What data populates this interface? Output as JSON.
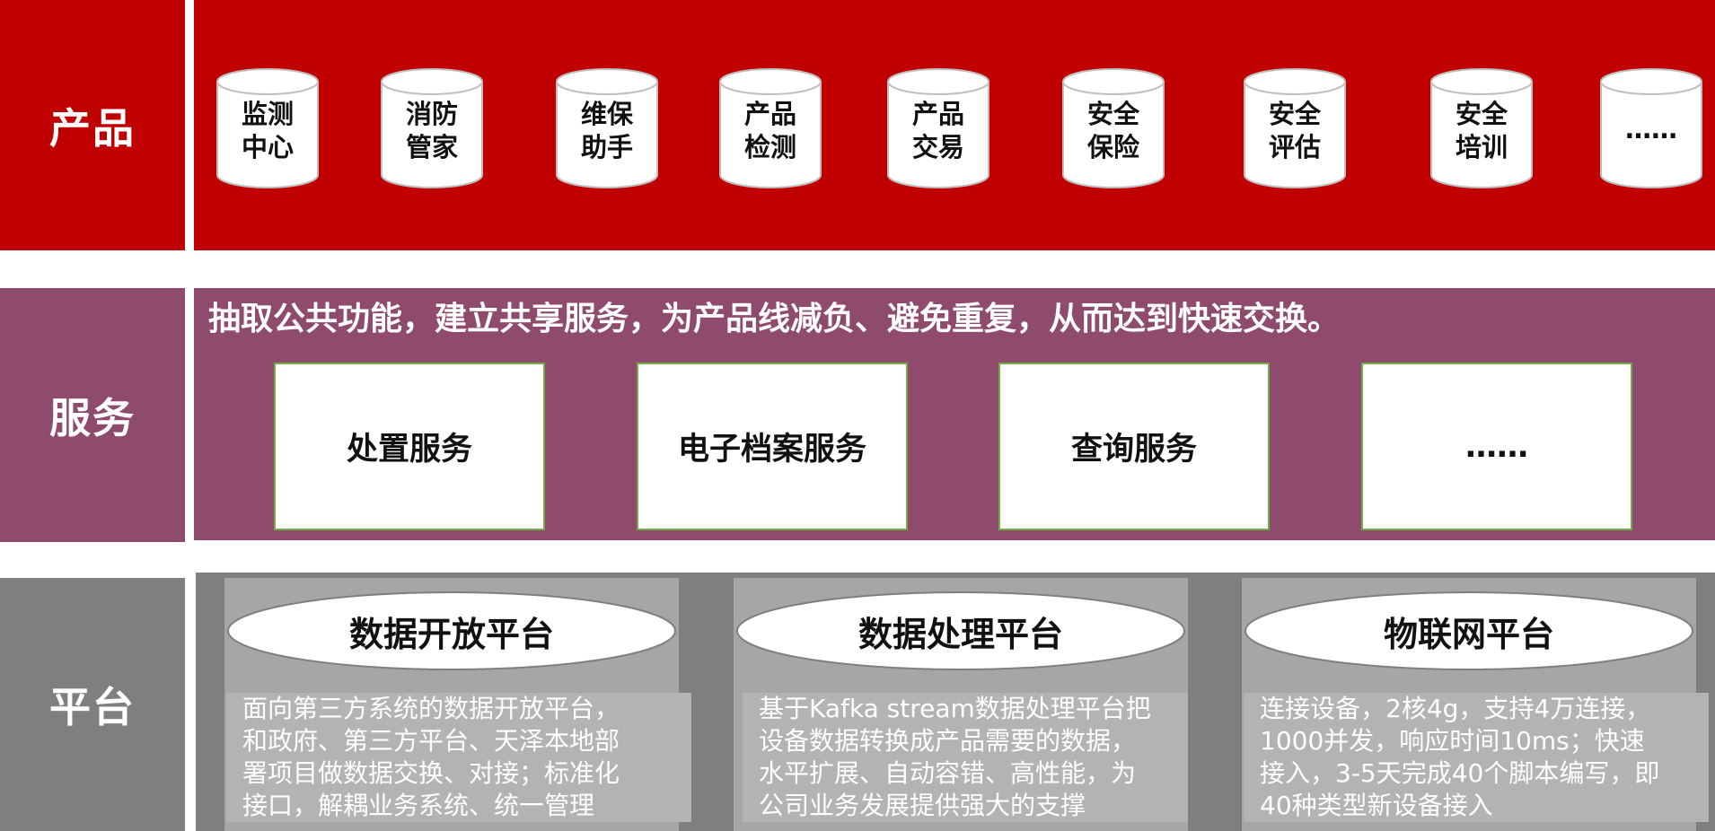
{
  "colors": {
    "product_red": "#c00000",
    "service_purple": "#8f4b6e",
    "platform_gray": "#7f7f7f",
    "platform_column": "#a6a6a6",
    "service_box_border": "#70ad47"
  },
  "product_row": {
    "label": "产品",
    "items": [
      {
        "line1": "监测",
        "line2": "中心"
      },
      {
        "line1": "消防",
        "line2": "管家"
      },
      {
        "line1": "维保",
        "line2": "助手"
      },
      {
        "line1": "产品",
        "line2": "检测"
      },
      {
        "line1": "产品",
        "line2": "交易"
      },
      {
        "line1": "安全",
        "line2": "保险"
      },
      {
        "line1": "安全",
        "line2": "评估"
      },
      {
        "line1": "安全",
        "line2": "培训"
      },
      {
        "line1": "……",
        "line2": ""
      }
    ]
  },
  "service_row": {
    "label": "服务",
    "headline": "抽取公共功能，建立共享服务，为产品线减负、避免重复，从而达到快速交换。",
    "items": [
      "处置服务",
      "电子档案服务",
      "查询服务",
      "……"
    ]
  },
  "platform_row": {
    "label": "平台",
    "items": [
      {
        "title": "数据开放平台",
        "lines": [
          "面向第三方系统的数据开放平台，",
          "和政府、第三方平台、天泽本地部",
          "署项目做数据交换、对接；标准化",
          "接口，解耦业务系统、统一管理"
        ]
      },
      {
        "title": "数据处理平台",
        "lines": [
          "基于Kafka stream数据处理平台把",
          "设备数据转换成产品需要的数据，",
          "水平扩展、自动容错、高性能，为",
          "公司业务发展提供强大的支撑"
        ]
      },
      {
        "title": "物联网平台",
        "lines": [
          "连接设备，2核4g，支持4万连接，",
          "1000并发，响应时间10ms；快速",
          "接入，3-5天完成40个脚本编写，即",
          "40种类型新设备接入"
        ]
      }
    ]
  }
}
